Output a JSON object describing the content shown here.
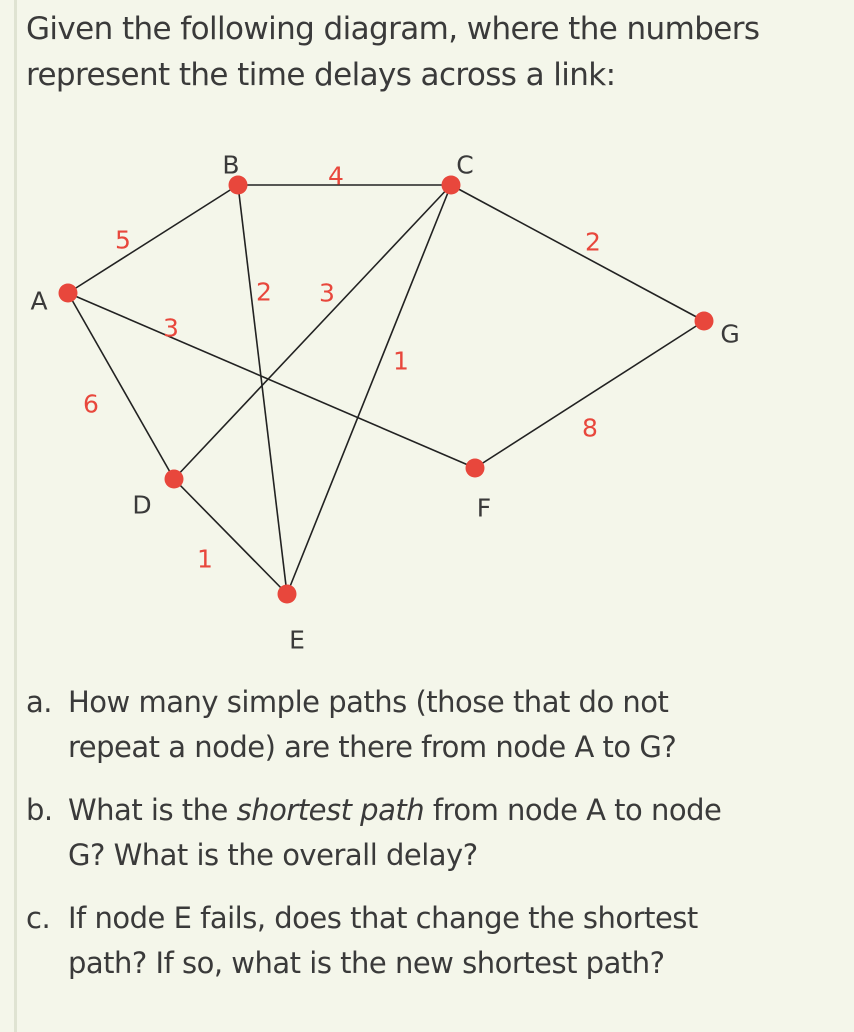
{
  "intro": {
    "line1": "Given the following diagram, where the numbers",
    "line2": "represent the time delays across a link:"
  },
  "colors": {
    "node": "#e8473c",
    "weight": "#e8473c",
    "edge": "#222222",
    "background": "#f4f6ea"
  },
  "graph": {
    "nodes": [
      {
        "id": "A",
        "label": "A"
      },
      {
        "id": "B",
        "label": "B"
      },
      {
        "id": "C",
        "label": "C"
      },
      {
        "id": "D",
        "label": "D"
      },
      {
        "id": "E",
        "label": "E"
      },
      {
        "id": "F",
        "label": "F"
      },
      {
        "id": "G",
        "label": "G"
      }
    ],
    "edges": [
      {
        "from": "A",
        "to": "B",
        "weight": "5"
      },
      {
        "from": "A",
        "to": "D",
        "weight": "6"
      },
      {
        "from": "A",
        "to": "F",
        "weight": "3"
      },
      {
        "from": "B",
        "to": "C",
        "weight": "4"
      },
      {
        "from": "B",
        "to": "E",
        "weight": "2"
      },
      {
        "from": "C",
        "to": "D",
        "weight": "3"
      },
      {
        "from": "C",
        "to": "E",
        "weight": "1"
      },
      {
        "from": "C",
        "to": "G",
        "weight": "2"
      },
      {
        "from": "D",
        "to": "E",
        "weight": "1"
      },
      {
        "from": "F",
        "to": "G",
        "weight": "8"
      }
    ]
  },
  "questions": [
    {
      "marker": "a.",
      "line1": "How many simple paths (those that do not",
      "line2": "repeat a node) are there from node A to G?"
    },
    {
      "marker": "b.",
      "pre": "What is the ",
      "emph": "shortest path",
      "post": " from node A to node",
      "line2": "G? What is the overall delay?"
    },
    {
      "marker": "c.",
      "line1": "If node E fails, does that change the shortest",
      "line2": "path? If so, what is the new shortest path?"
    }
  ]
}
